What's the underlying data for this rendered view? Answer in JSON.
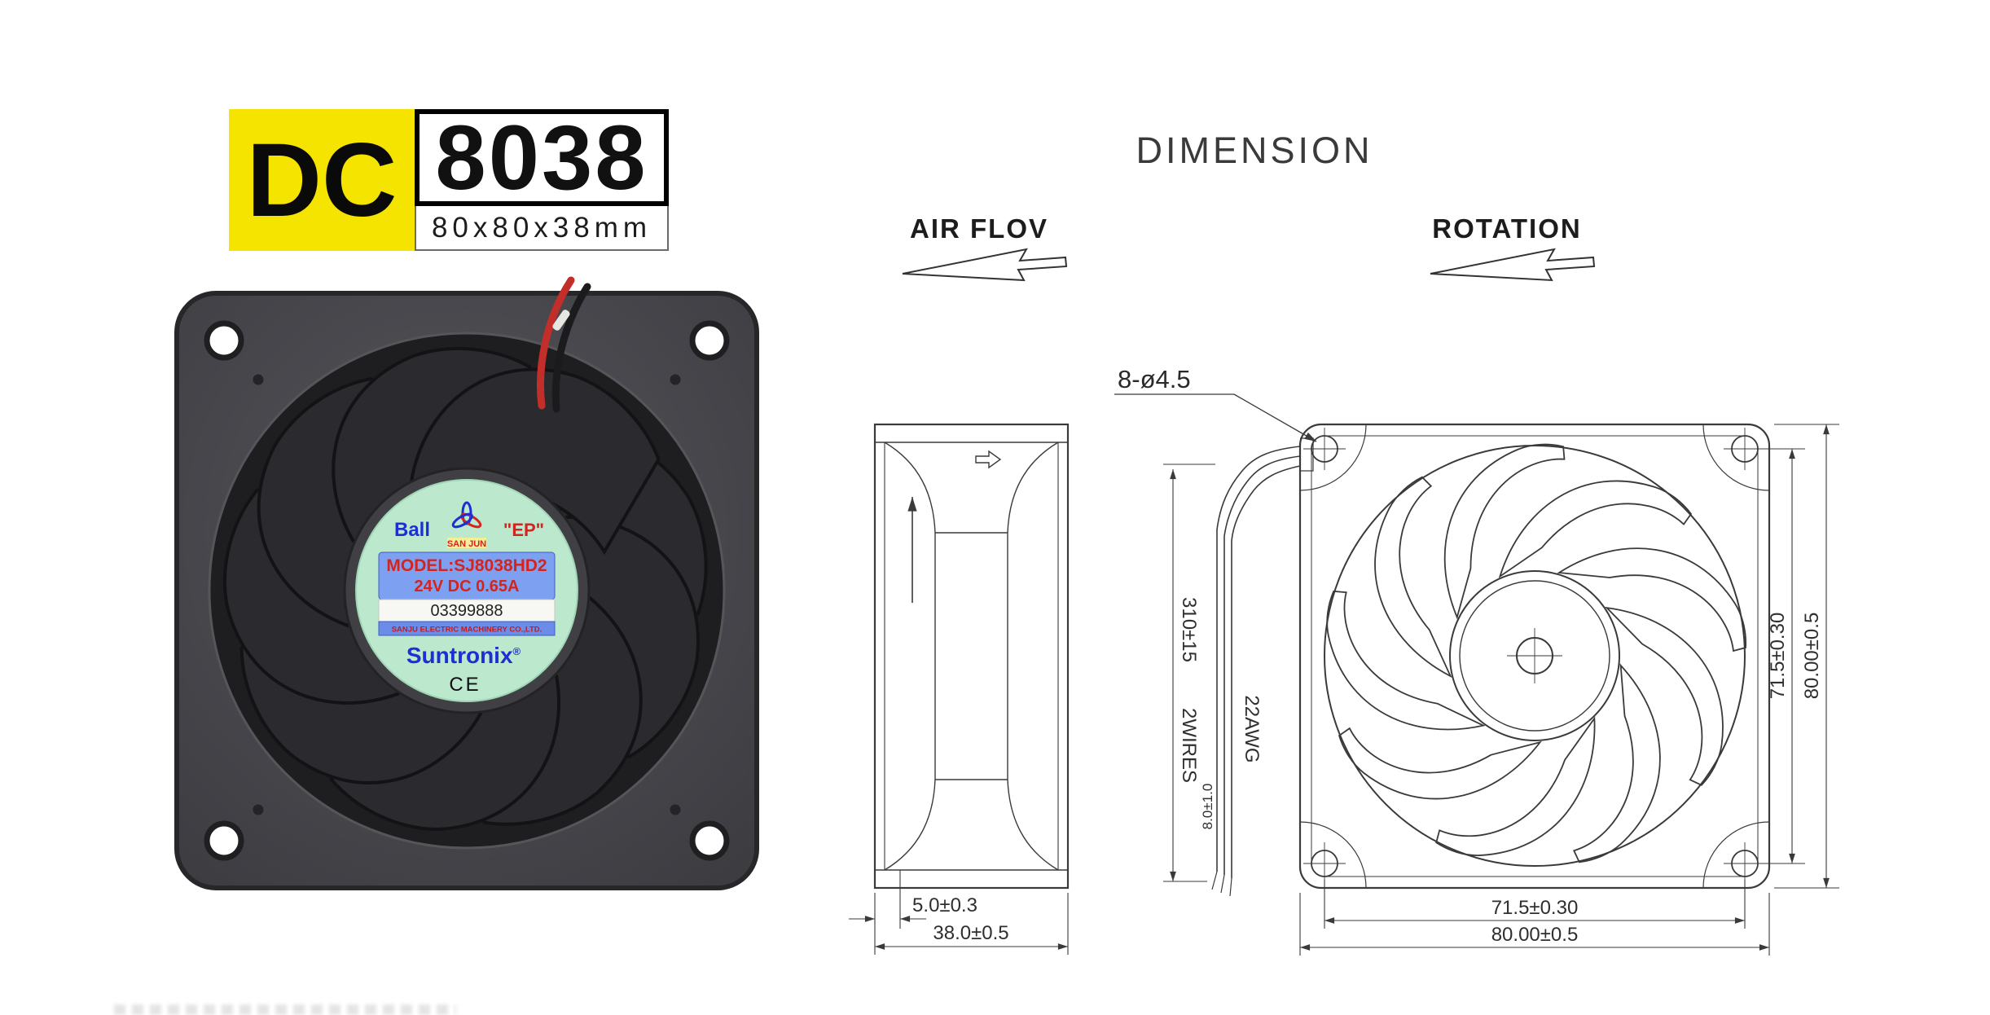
{
  "badge": {
    "dc_label": "DC",
    "model_number": "8038",
    "size_label": "80x80x38mm"
  },
  "fan_label": {
    "bearing_type": "Ball",
    "logo_name": "SAN JUN",
    "ep_mark": "\"EP\"",
    "model_line": "MODEL:SJ8038HD2",
    "rating_line": "24V DC 0.65A",
    "serial_number": "03399888",
    "company_line": "SANJU ELECTRIC MACHINERY CO.,LTD.",
    "brand": "Suntronix",
    "registered_mark": "®",
    "ce_mark": "CE"
  },
  "dimension_drawing": {
    "title": "DIMENSION",
    "air_flow_label": "AIR FLOV",
    "rotation_label": "ROTATION",
    "hole_callout": "8-ø4.5",
    "side_view": {
      "lip_depth": "5.0±0.3",
      "total_depth": "38.0±0.5"
    },
    "front_view": {
      "hole_pitch_vertical": "71.5±0.30",
      "height": "80.00±0.5",
      "hole_pitch_horizontal": "71.5±0.30",
      "width": "80.00±0.5"
    },
    "wires": {
      "length": "310±15",
      "count": "2WIRES",
      "gauge": "22AWG",
      "strip_length": "8.0±1.0"
    }
  },
  "colors": {
    "badge_yellow": "#f5e400",
    "label_background": "#bce8cd",
    "label_band_blue": "#7da0f0",
    "brand_blue": "#1b2fd4",
    "label_text_red": "#d42420",
    "drawing_line": "#3a3a3a"
  }
}
